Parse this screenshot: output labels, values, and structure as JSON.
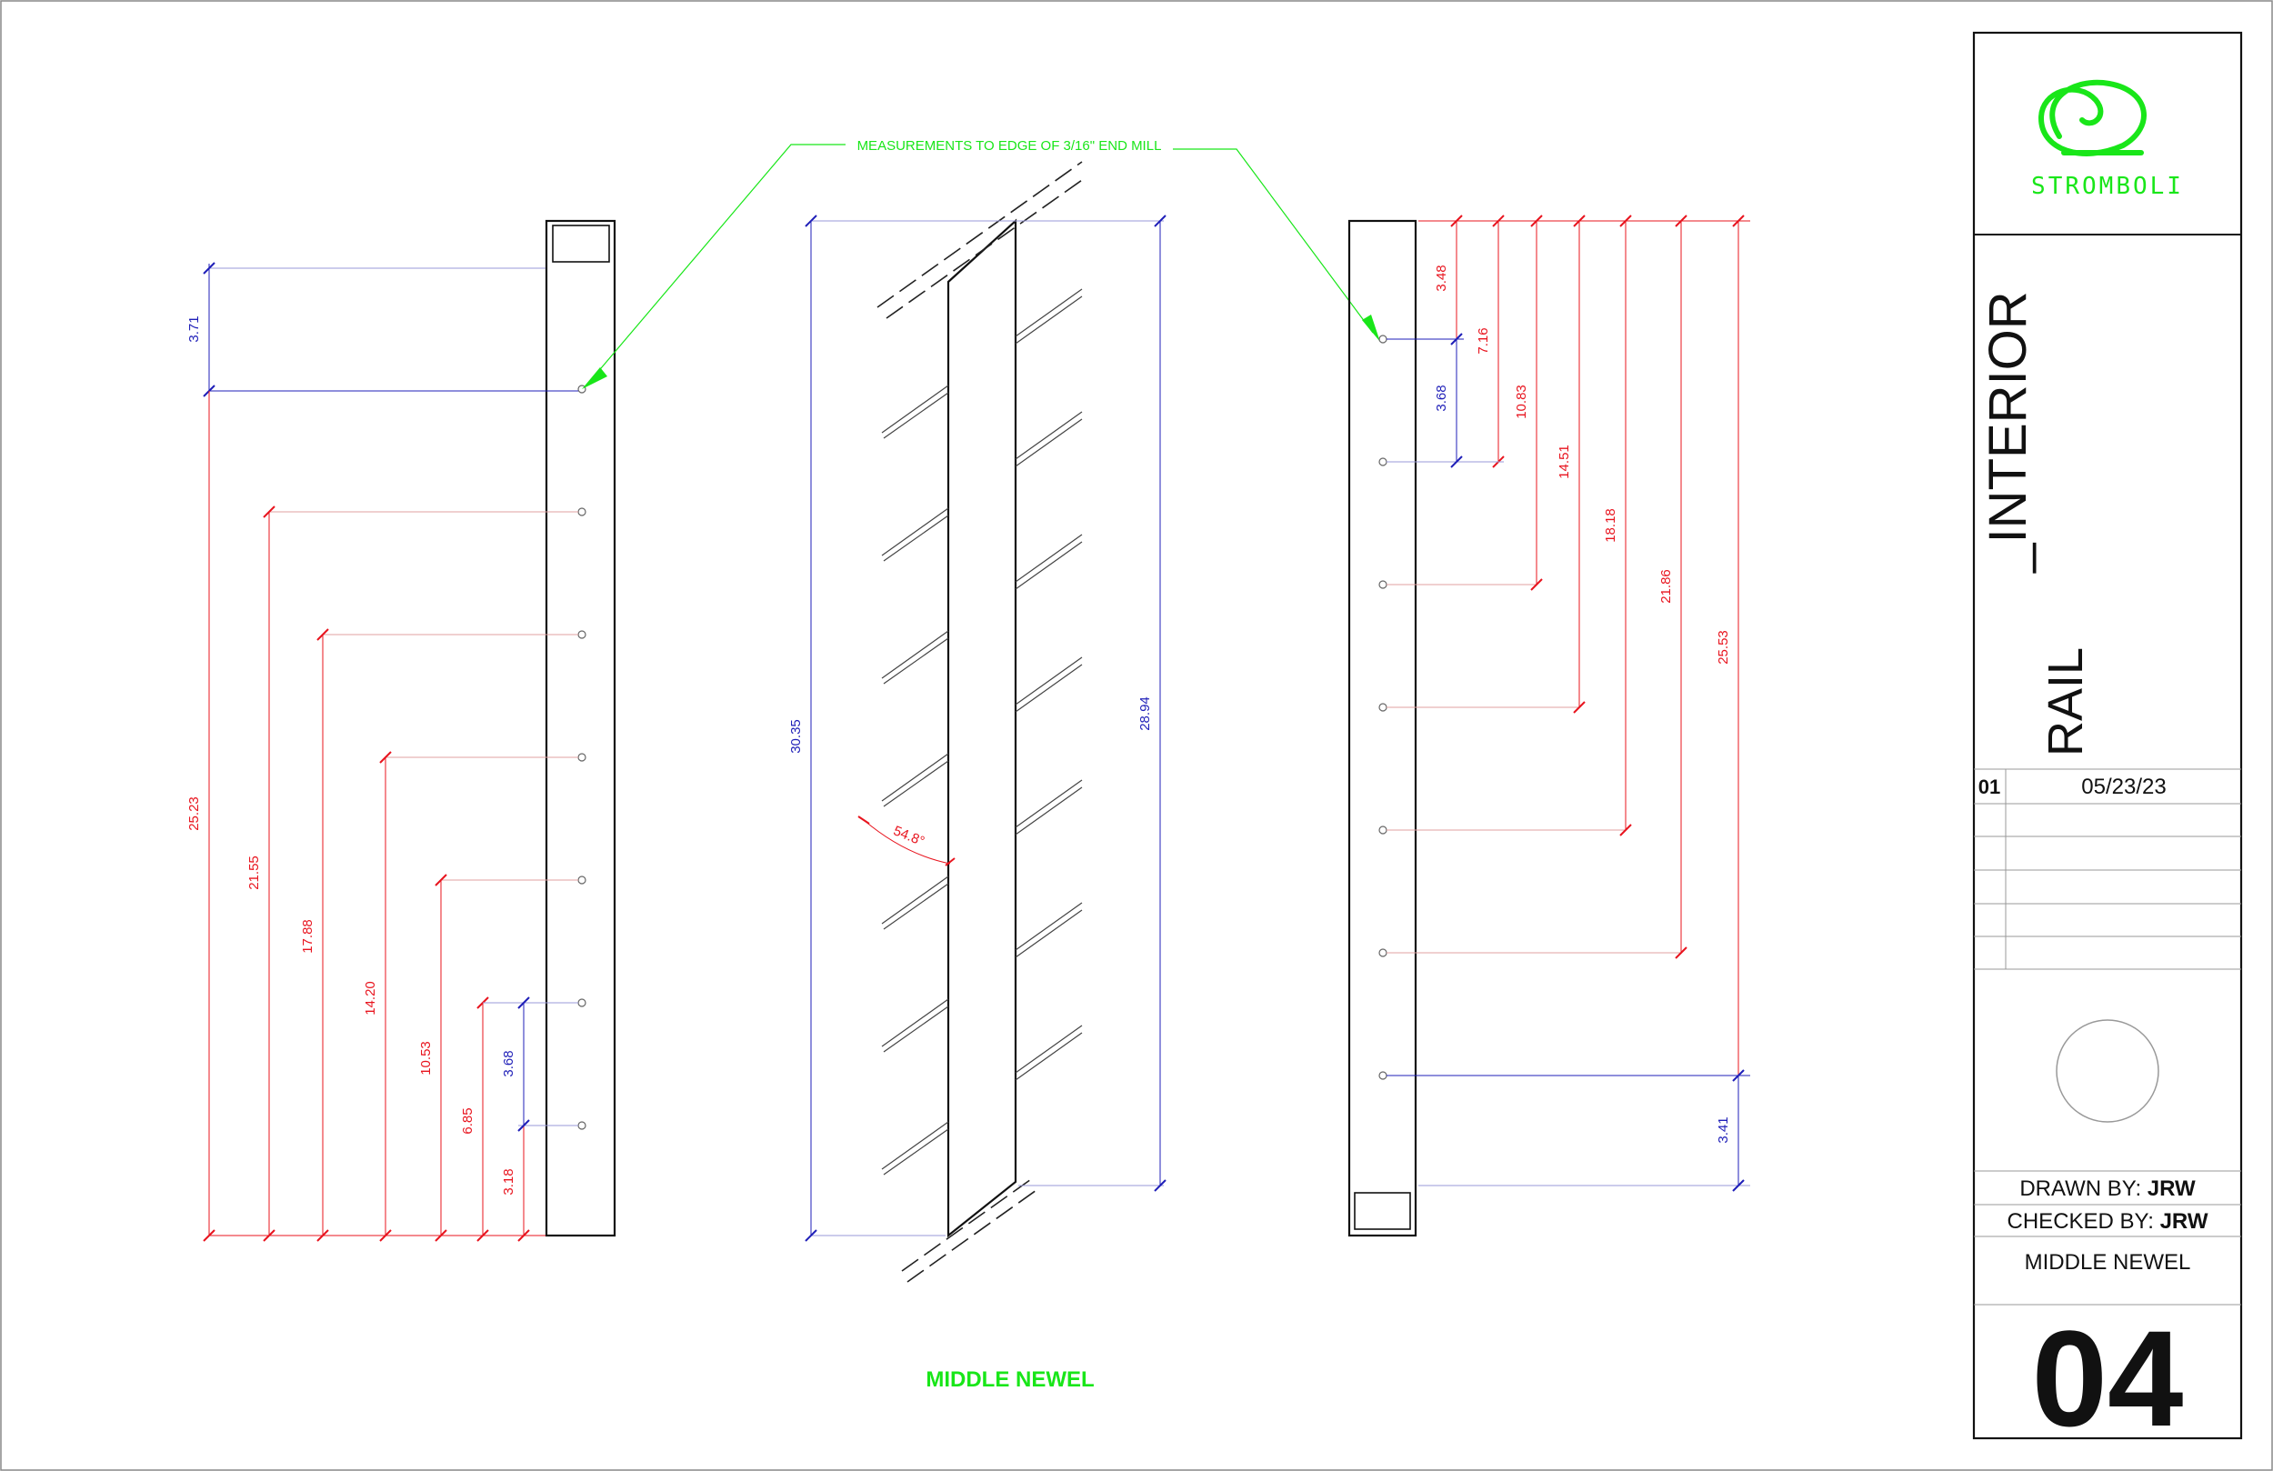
{
  "sheet": {
    "callout": "MEASUREMENTS TO EDGE OF 3/16\" END MILL",
    "view_title": "MIDDLE NEWEL",
    "colors": {
      "dim_red": "#e8141e",
      "dim_blue": "#1f1fb8",
      "green": "#19e619",
      "line": "#111111",
      "ext": "#b0b0b0"
    }
  },
  "left_view": {
    "top_dim": "3.71",
    "dims": [
      "25.23",
      "21.55",
      "17.88",
      "14.20",
      "10.53",
      "6.85",
      "3.68",
      "3.18"
    ]
  },
  "middle_view": {
    "overall_left": "30.35",
    "overall_right": "28.94",
    "angle": "54.8°"
  },
  "right_view": {
    "dims": [
      "3.48",
      "3.68",
      "7.16",
      "10.83",
      "14.51",
      "18.18",
      "21.86",
      "25.53"
    ],
    "bottom_dim": "3.41"
  },
  "title_block": {
    "logo_text": "STROMBOLI",
    "title_line1": "_INTERIOR",
    "title_line2": "RAIL",
    "revision": {
      "number": "01",
      "date": "05/23/23"
    },
    "drawn_by_label": "DRAWN BY:",
    "drawn_by": "JRW",
    "checked_by_label": "CHECKED BY:",
    "checked_by": "JRW",
    "drawing_name": "MIDDLE NEWEL",
    "sheet_number": "04"
  }
}
